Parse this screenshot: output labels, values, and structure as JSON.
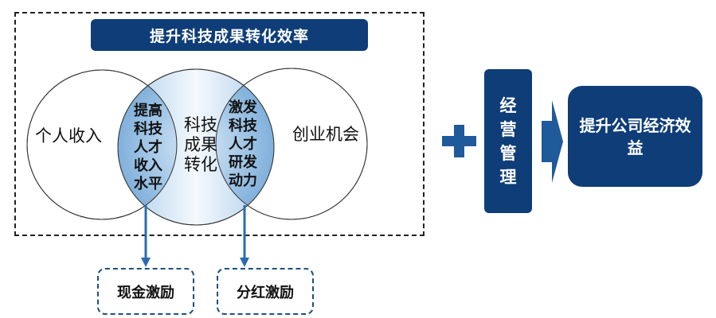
{
  "title": "提升科技成果转化效率",
  "venn": {
    "left": "个人收入",
    "center": "科技成果转化",
    "right": "创业机会",
    "left_overlap": "提高科技人才收入水平",
    "right_overlap": "激发科技人才研发动力"
  },
  "outcomes": {
    "left": "现金激励",
    "right": "分红激励"
  },
  "management": "经营管理",
  "result": "提升公司经济效益",
  "colors": {
    "navy": "#0e3d78",
    "arrow": "#2a6bb0",
    "overlap": "#7fb0dc"
  }
}
